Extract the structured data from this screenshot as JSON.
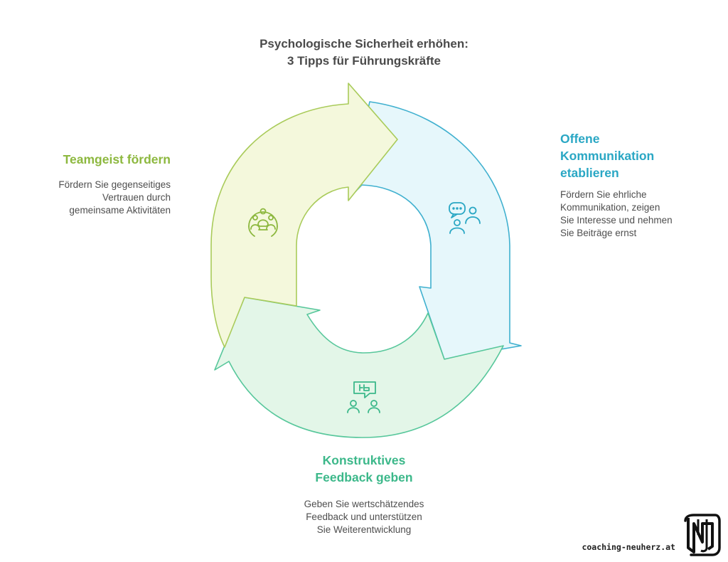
{
  "title": {
    "line1": "Psychologische Sicherheit erhöhen:",
    "line2": "3 Tipps für Führungskräfte"
  },
  "colors": {
    "teamgeist_fill": "#f4f8dc",
    "teamgeist_stroke": "#a9cb5a",
    "teamgeist_text": "#8db83f",
    "kommunikation_fill": "#e6f7fb",
    "kommunikation_stroke": "#3fb0cf",
    "kommunikation_text": "#2aa7c4",
    "feedback_fill": "#e3f6e8",
    "feedback_stroke": "#57c79b",
    "feedback_text": "#3cb88a"
  },
  "steps": {
    "teamgeist": {
      "heading": "Teamgeist fördern",
      "desc1": "Fördern Sie gegenseitiges",
      "desc2": "Vertrauen durch",
      "desc3": "gemeinsame Aktivitäten",
      "icon": "team-group-icon"
    },
    "kommunikation": {
      "heading1": "Offene",
      "heading2": "Kommunikation",
      "heading3": "etablieren",
      "desc1": "Fördern Sie ehrliche",
      "desc2": "Kommunikation, zeigen",
      "desc3": "Sie Interesse und nehmen",
      "desc4": "Sie Beiträge ernst",
      "icon": "conversation-icon"
    },
    "feedback": {
      "heading1": "Konstruktives",
      "heading2": "Feedback geben",
      "desc1": "Geben Sie wertschätzendes",
      "desc2": "Feedback und unterstützen",
      "desc3": "Sie Weiterentwicklung",
      "icon": "feedback-icon"
    }
  },
  "footer": {
    "site": "coaching-neuherz.at",
    "logo": "nj-logo-icon"
  }
}
